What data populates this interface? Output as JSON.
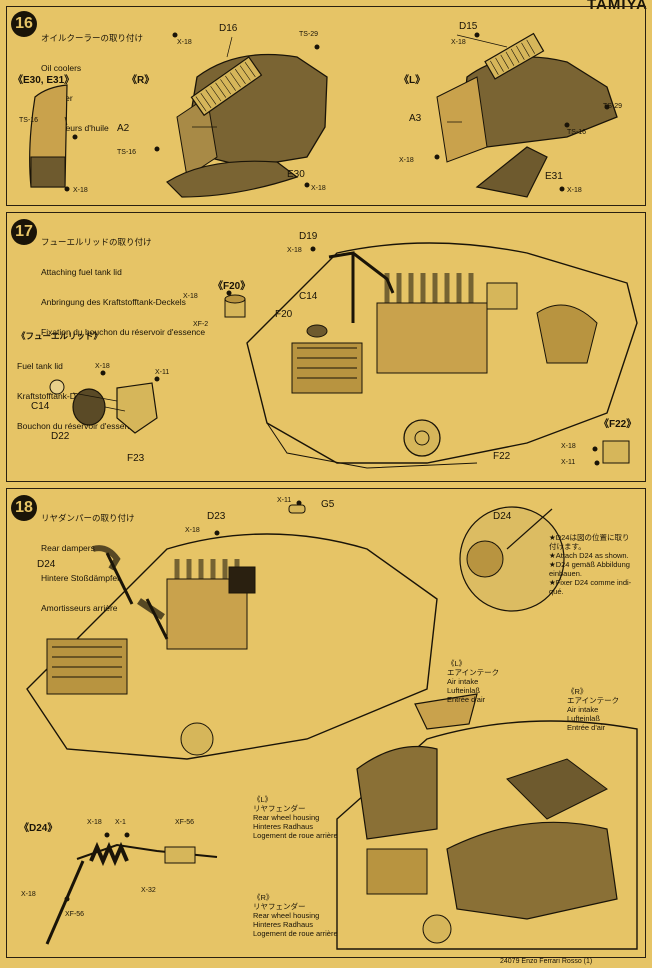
{
  "header": {
    "brand": "TAMIYA"
  },
  "step16": {
    "number": "16",
    "title_ja": "オイルクーラーの取り付け",
    "title_en": "Oil coolers",
    "title_de": "Ölkühler",
    "title_fr": "Radiateurs d'huile",
    "labels": {
      "e30e31": "《E30, E31》",
      "r": "《R》",
      "l": "《L》",
      "d16": "D16",
      "d15": "D15",
      "a2": "A2",
      "a3": "A3",
      "e30": "E30",
      "e31": "E31",
      "ts16": "TS-16",
      "ts29": "TS-29",
      "x18": "X-18"
    }
  },
  "step17": {
    "number": "17",
    "title_ja": "フューエルリッドの取り付け",
    "title_en": "Attaching fuel tank lid",
    "title_de": "Anbringung des Kraftstofftank-Deckels",
    "title_fr": "Fixation du bouchon du réservoir d'essence",
    "sub_ja": "《フューエルリッド》",
    "sub_en": "Fuel tank lid",
    "sub_de": "Kraftstofftank-Deckel",
    "sub_fr": "Bouchon du réservoir d'essence",
    "labels": {
      "d19": "D19",
      "f20b": "《F20》",
      "c14": "C14",
      "f20": "F20",
      "d22": "D22",
      "f23": "F23",
      "f22": "F22",
      "f22b": "《F22》",
      "x18": "X-18",
      "x11": "X-11",
      "xf2": "XF-2"
    }
  },
  "step18": {
    "number": "18",
    "title_ja": "リヤダンパーの取り付け",
    "title_en": "Rear dampers",
    "title_de": "Hintere Stoßdämpfer",
    "title_fr": "Amortisseurs arrière",
    "note": "★D24は図の位置に取り\n付けます。\n★Attach D24 as shown.\n★D24 gemäß Abbildung\neinbauen.\n★Fixer D24 comme indi-\nqué.",
    "air_l": "《L》\nエアインテーク\nAir intake\nLufteinlaß\nEntrée d'air",
    "air_r": "《R》\nエアインテーク\nAir intake\nLufteinlaß\nEntrée d'air",
    "housing_l": "《L》\nリヤフェンダー\nRear wheel housing\nHinteres Radhaus\nLogement de roue arrière",
    "housing_r": "《R》\nリヤフェンダー\nRear wheel housing\nHinteres Radhaus\nLogement de roue arrière",
    "labels": {
      "x11": "X-11",
      "g5": "G5",
      "d23": "D23",
      "x18": "X-18",
      "d24": "D24",
      "d24b": "《D24》",
      "x1": "X-1",
      "xf56": "XF-56",
      "x32": "X-32"
    }
  },
  "footer": {
    "text": "24079 Enzo Ferrari Rosso (1)"
  }
}
